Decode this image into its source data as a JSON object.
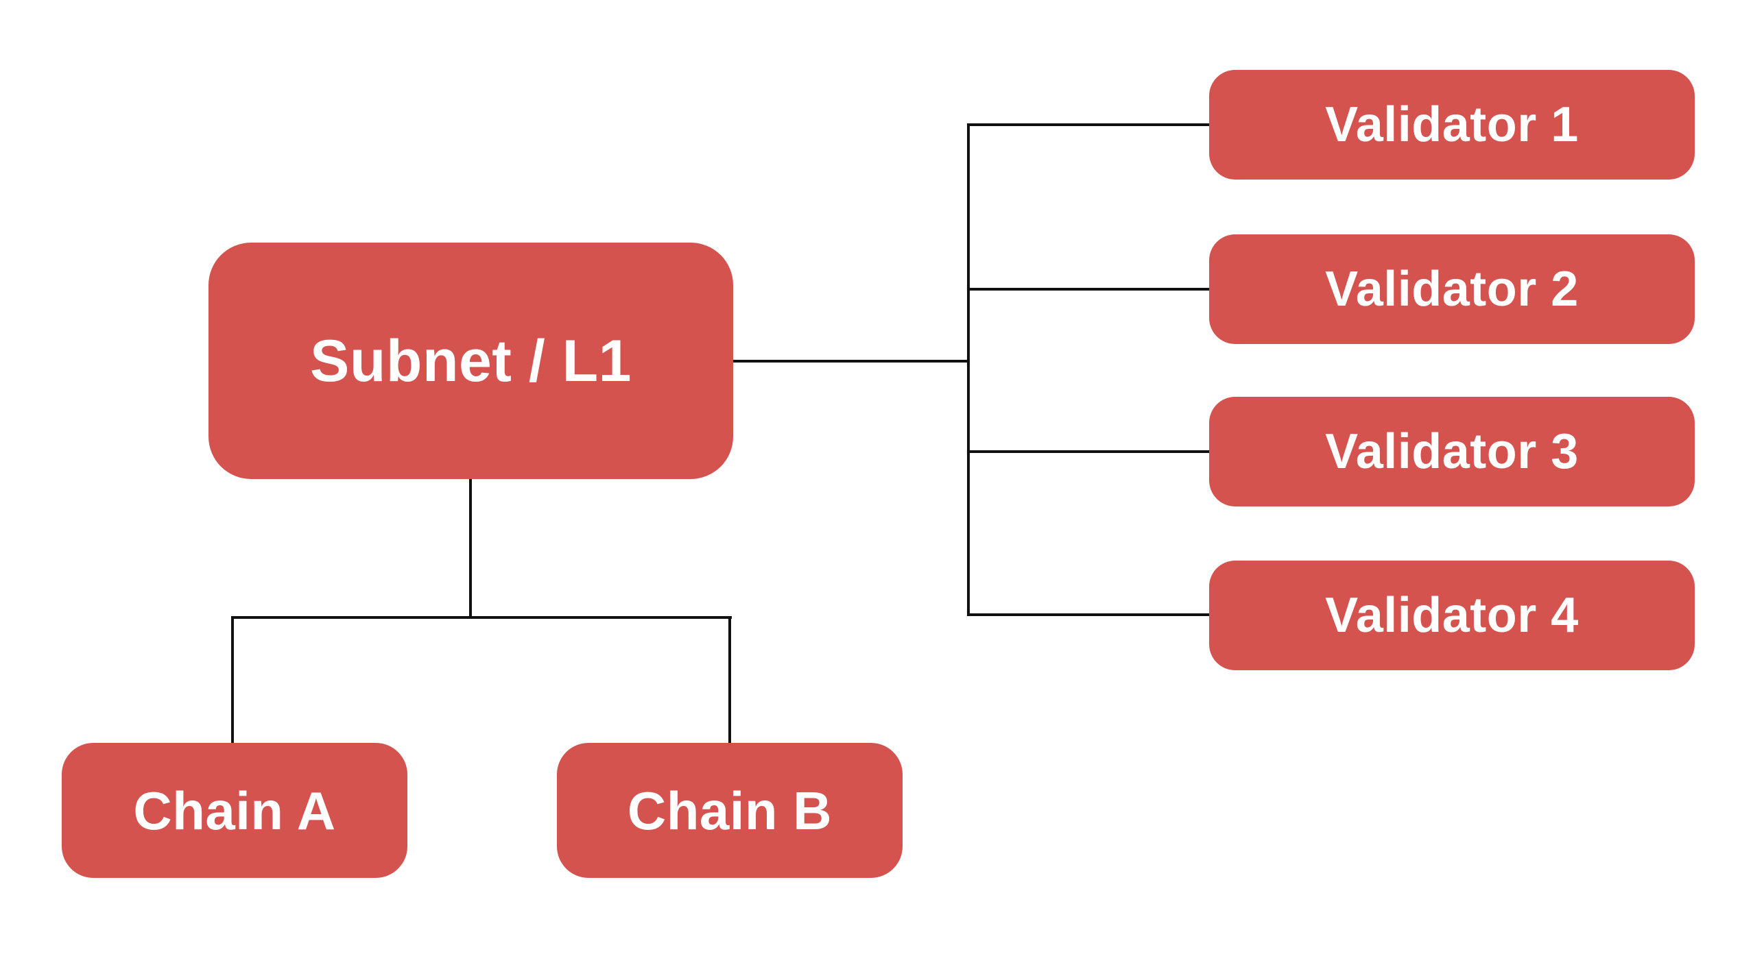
{
  "colors": {
    "background": "#ffffff",
    "node_fill": "#d5534e",
    "node_text": "#ffffff",
    "connector": "#111111"
  },
  "diagram": {
    "subnet": {
      "label": "Subnet / L1"
    },
    "validators": [
      {
        "label": "Validator 1"
      },
      {
        "label": "Validator 2"
      },
      {
        "label": "Validator 3"
      },
      {
        "label": "Validator 4"
      }
    ],
    "chains": [
      {
        "label": "Chain A"
      },
      {
        "label": "Chain B"
      }
    ]
  }
}
